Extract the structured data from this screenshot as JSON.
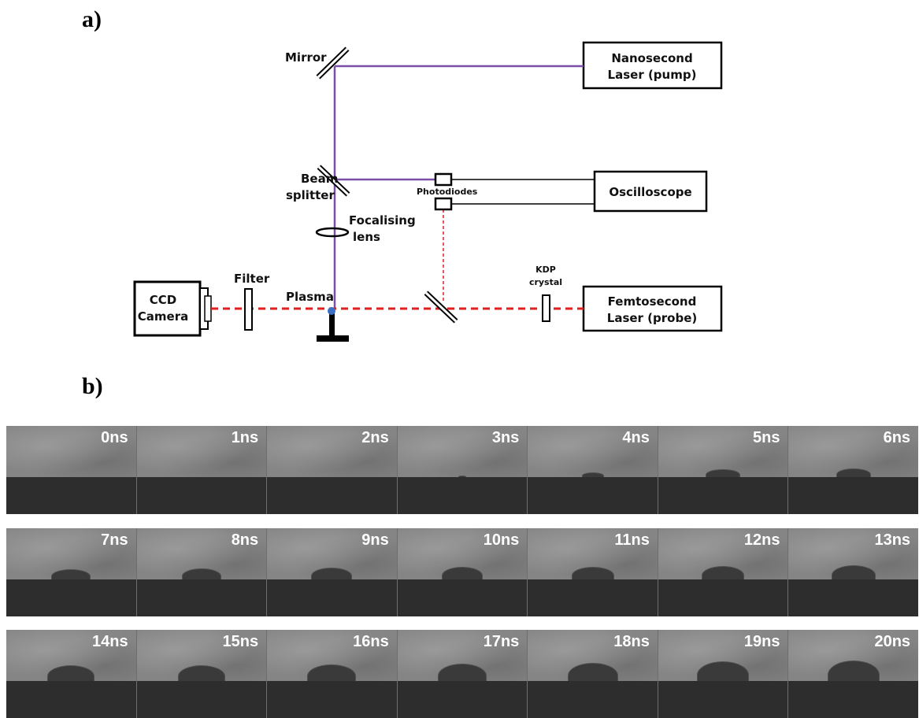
{
  "panel_a": {
    "label": "a)",
    "nanosecond_laser": [
      "Nanosecond",
      "Laser (pump)"
    ],
    "oscilloscope": "Oscilloscope",
    "femtosecond_laser": [
      "Femtosecond",
      "Laser (probe)"
    ],
    "ccd_camera": [
      "CCD",
      "Camera"
    ],
    "mirror": "Mirror",
    "beam_splitter": [
      "Beam",
      "splitter"
    ],
    "focalising_lens": [
      "Focalising",
      "lens"
    ],
    "photodiodes": "Photodiodes",
    "filter": "Filter",
    "plasma": "Plasma",
    "kdp_crystal": [
      "KDP",
      "crystal"
    ],
    "colors": {
      "pump_beam": "#7b4fa8",
      "probe_beam": "#e0201e",
      "plasma_dot": "#3a6fc4"
    }
  },
  "panel_b": {
    "label": "b)",
    "rows": [
      [
        "0ns",
        "1ns",
        "2ns",
        "3ns",
        "4ns",
        "5ns",
        "6ns"
      ],
      [
        "7ns",
        "8ns",
        "9ns",
        "10ns",
        "11ns",
        "12ns",
        "13ns"
      ],
      [
        "14ns",
        "15ns",
        "16ns",
        "17ns",
        "18ns",
        "19ns",
        "20ns"
      ]
    ]
  }
}
